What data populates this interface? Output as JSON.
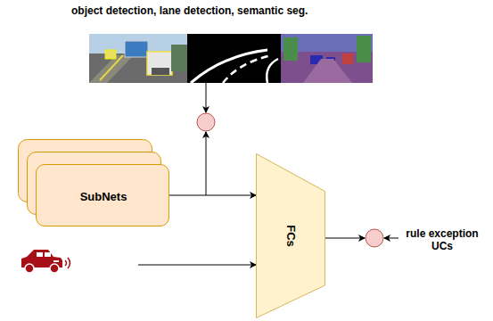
{
  "diagram": {
    "title": "object detection, lane detection, semantic seg.",
    "nodes": [
      {
        "text": [
          "SubNets"
        ]
      },
      {
        "text": [
          "FCs"
        ]
      }
    ],
    "edges": [
      {
        "from": 0,
        "to": 1,
        "arrow": "to"
      }
    ],
    "labels": [
      "rule exception UCs"
    ]
  }
}
